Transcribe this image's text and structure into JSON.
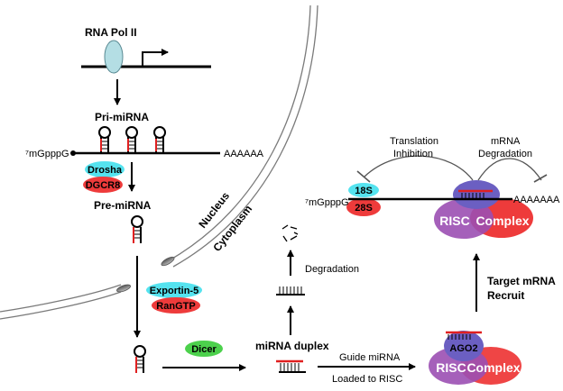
{
  "labels": {
    "rna_pol": "RNA Pol II",
    "pri_mirna": "Pri-miRNA",
    "cap_5prime": "⁷mGpppG",
    "poly_a": "AAAAAA",
    "drosha": "Drosha",
    "dgcr8": "DGCR8",
    "pre_mirna": "Pre-miRNA",
    "nucleus": "Nucleus",
    "cytoplasm": "Cytoplasm",
    "exportin5": "Exportin-5",
    "rangtp": "RanGTP",
    "dicer": "Dicer",
    "mirna_duplex": "miRNA duplex",
    "degradation": "Degradation",
    "guide_mirna": "Guide miRNA",
    "loaded_to_risc": "Loaded to RISC",
    "ago2": "AGO2",
    "risc": "RISC",
    "complex": "Complex",
    "target_mrna": "Target mRNA",
    "recruit": "Recruit",
    "translation": "Translation",
    "inhibition": "Inhibition",
    "mrna": "mRNA",
    "mrna_degradation": "Degradation",
    "r18s": "18S",
    "r28s": "28S",
    "target_cap": "⁷mGpppG",
    "target_poly_a": "AAAAAAA"
  },
  "colors": {
    "cyan": "#55e3ef",
    "red": "#ee3b3b",
    "green": "#4cd14c",
    "purple": "#9b4fb3",
    "blue_purple": "#6b5fc2",
    "pol_fill": "#b4dee4",
    "hairpin_red": "#e02020",
    "membrane": "#8a8a8a"
  }
}
